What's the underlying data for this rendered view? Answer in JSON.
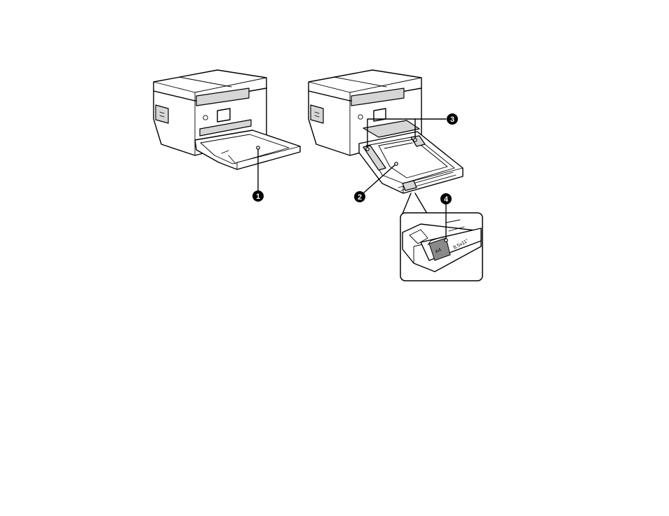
{
  "callouts": [
    {
      "number": "1"
    },
    {
      "number": "2"
    },
    {
      "number": "3"
    },
    {
      "number": "4"
    }
  ],
  "guide_labels": {
    "a4": "A4",
    "letter": "8.5x11\""
  },
  "colors": {
    "line": "#000000",
    "paper": "#ffffff",
    "shade": "#d6d6d6",
    "guide_tab": "#8a8a8a"
  }
}
